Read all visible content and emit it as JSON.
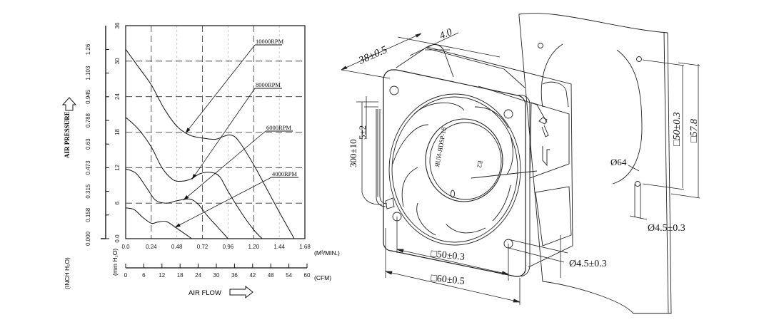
{
  "chart_data": {
    "type": "line",
    "title": "",
    "ylabel": "AIR PRESSURE",
    "xlabel": "AIR FLOW",
    "x_unit_primary": "(M³/MIN.)",
    "x_unit_secondary": "(CFM)",
    "y_unit_primary": "(mm H₂O)",
    "y_unit_secondary": "(INCH H₂O)",
    "xlim": [
      0,
      1.68
    ],
    "ylim": [
      0,
      36
    ],
    "grid": true,
    "x_ticks": [
      "0.0",
      "0.24",
      "0.48",
      "0.72",
      "0.96",
      "1.20",
      "1.44",
      "1.68"
    ],
    "x_ticks_cfm": [
      "0",
      "6",
      "12",
      "18",
      "24",
      "30",
      "36",
      "42",
      "48",
      "54",
      "60"
    ],
    "y_ticks": [
      "0.0",
      "6",
      "12",
      "18",
      "24",
      "30",
      "36"
    ],
    "y_ticks_inch": [
      "0.000",
      "0.158",
      "0.315",
      "0.473",
      "0.63",
      "0.788",
      "0.945",
      "1.103",
      "1.26"
    ],
    "series": [
      {
        "name": "10000RPM",
        "x": [
          0,
          0.12,
          0.24,
          0.36,
          0.48,
          0.6,
          0.72,
          0.84,
          0.92,
          0.99,
          1.06,
          1.2,
          1.32,
          1.44,
          1.58
        ],
        "y": [
          32,
          29,
          26,
          22,
          19,
          17.5,
          17.0,
          16.8,
          17.3,
          17.5,
          16.5,
          12.5,
          8.5,
          4.5,
          0
        ]
      },
      {
        "name": "8000RPM",
        "x": [
          0,
          0.12,
          0.24,
          0.34,
          0.44,
          0.52,
          0.6,
          0.7,
          0.8,
          0.88,
          0.96,
          1.08,
          1.2,
          1.28
        ],
        "y": [
          20.5,
          18.5,
          15.5,
          12.0,
          10.0,
          9.7,
          10.0,
          11.0,
          11.2,
          10.5,
          8.0,
          4.5,
          1.5,
          0
        ]
      },
      {
        "name": "6000RPM",
        "x": [
          0,
          0.1,
          0.2,
          0.28,
          0.38,
          0.48,
          0.6,
          0.68,
          0.76,
          0.86,
          0.96
        ],
        "y": [
          11.8,
          11.0,
          8.5,
          6.5,
          6.0,
          6.4,
          6.7,
          5.8,
          4.0,
          2.0,
          0
        ]
      },
      {
        "name": "4000RPM",
        "x": [
          0,
          0.08,
          0.16,
          0.24,
          0.3,
          0.38,
          0.46,
          0.54,
          0.62
        ],
        "y": [
          5.2,
          4.9,
          3.6,
          2.6,
          2.8,
          2.9,
          2.0,
          1.0,
          0
        ]
      }
    ],
    "annotations": [
      "10000RPM",
      "8000RPM",
      "6000RPM",
      "4000RPM"
    ]
  },
  "drawing": {
    "dim_depth": "38±0.5",
    "dim_flange": "4.0",
    "dim_lead_strip": "5±2",
    "dim_lead_length": "300±10",
    "dim_hole_pitch_side": "□50±0.3",
    "dim_outline_side": "□57.8",
    "dim_opening": "Ø64",
    "dim_hole_side": "Ø4.5±0.3",
    "dim_hole_pitch_front": "□50±0.3",
    "dim_outline_front": "□60±0.5",
    "dim_hole_front": "Ø4.5±0.3",
    "hub_code": "E2",
    "hub_label": "ЯUИ-ЯDSP-18"
  }
}
